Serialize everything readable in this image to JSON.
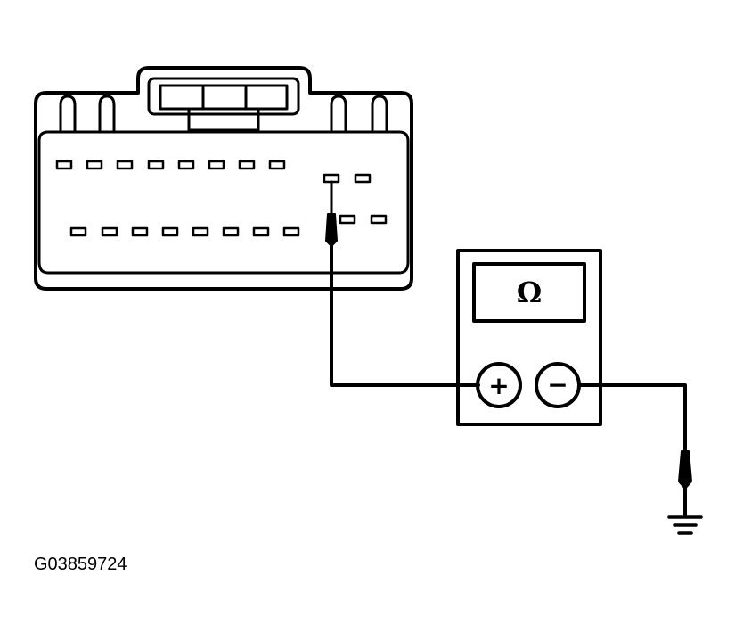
{
  "figure_id": "G03859724",
  "meter": {
    "display_symbol": "Ω",
    "positive_symbol": "+",
    "negative_symbol": "−"
  },
  "connector": {
    "top_row_pins": 8,
    "bottom_row_pins": 8,
    "right_upper_pins": 2,
    "right_lower_pins": 2
  }
}
